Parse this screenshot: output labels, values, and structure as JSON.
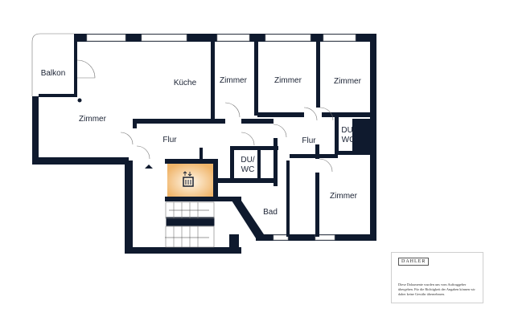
{
  "rooms": {
    "balkon": "Balkon",
    "kueche": "Küche",
    "zimmer_1": "Zimmer",
    "zimmer_2": "Zimmer",
    "zimmer_3": "Zimmer",
    "zimmer_left": "Zimmer",
    "flur_left": "Flur",
    "flur_right": "Flur",
    "duwc_right_1": "DU/",
    "duwc_right_2": "WC",
    "duwc_mid_1": "DU/",
    "duwc_mid_2": "WC",
    "bad": "Bad",
    "zimmer_bottom_right": "Zimmer"
  },
  "elevator": {
    "icon": "elevator-icon",
    "highlight_color": "#f3c58a"
  },
  "colors": {
    "walls": "#0f1a2e"
  },
  "disclaimer": {
    "logo": "DAHLER",
    "text": "Diese Dokumente wurden uns vom Auftraggeber übergeben. Für die Richtigkeit der Angaben können wir daher keine Gewähr übernehmen."
  }
}
